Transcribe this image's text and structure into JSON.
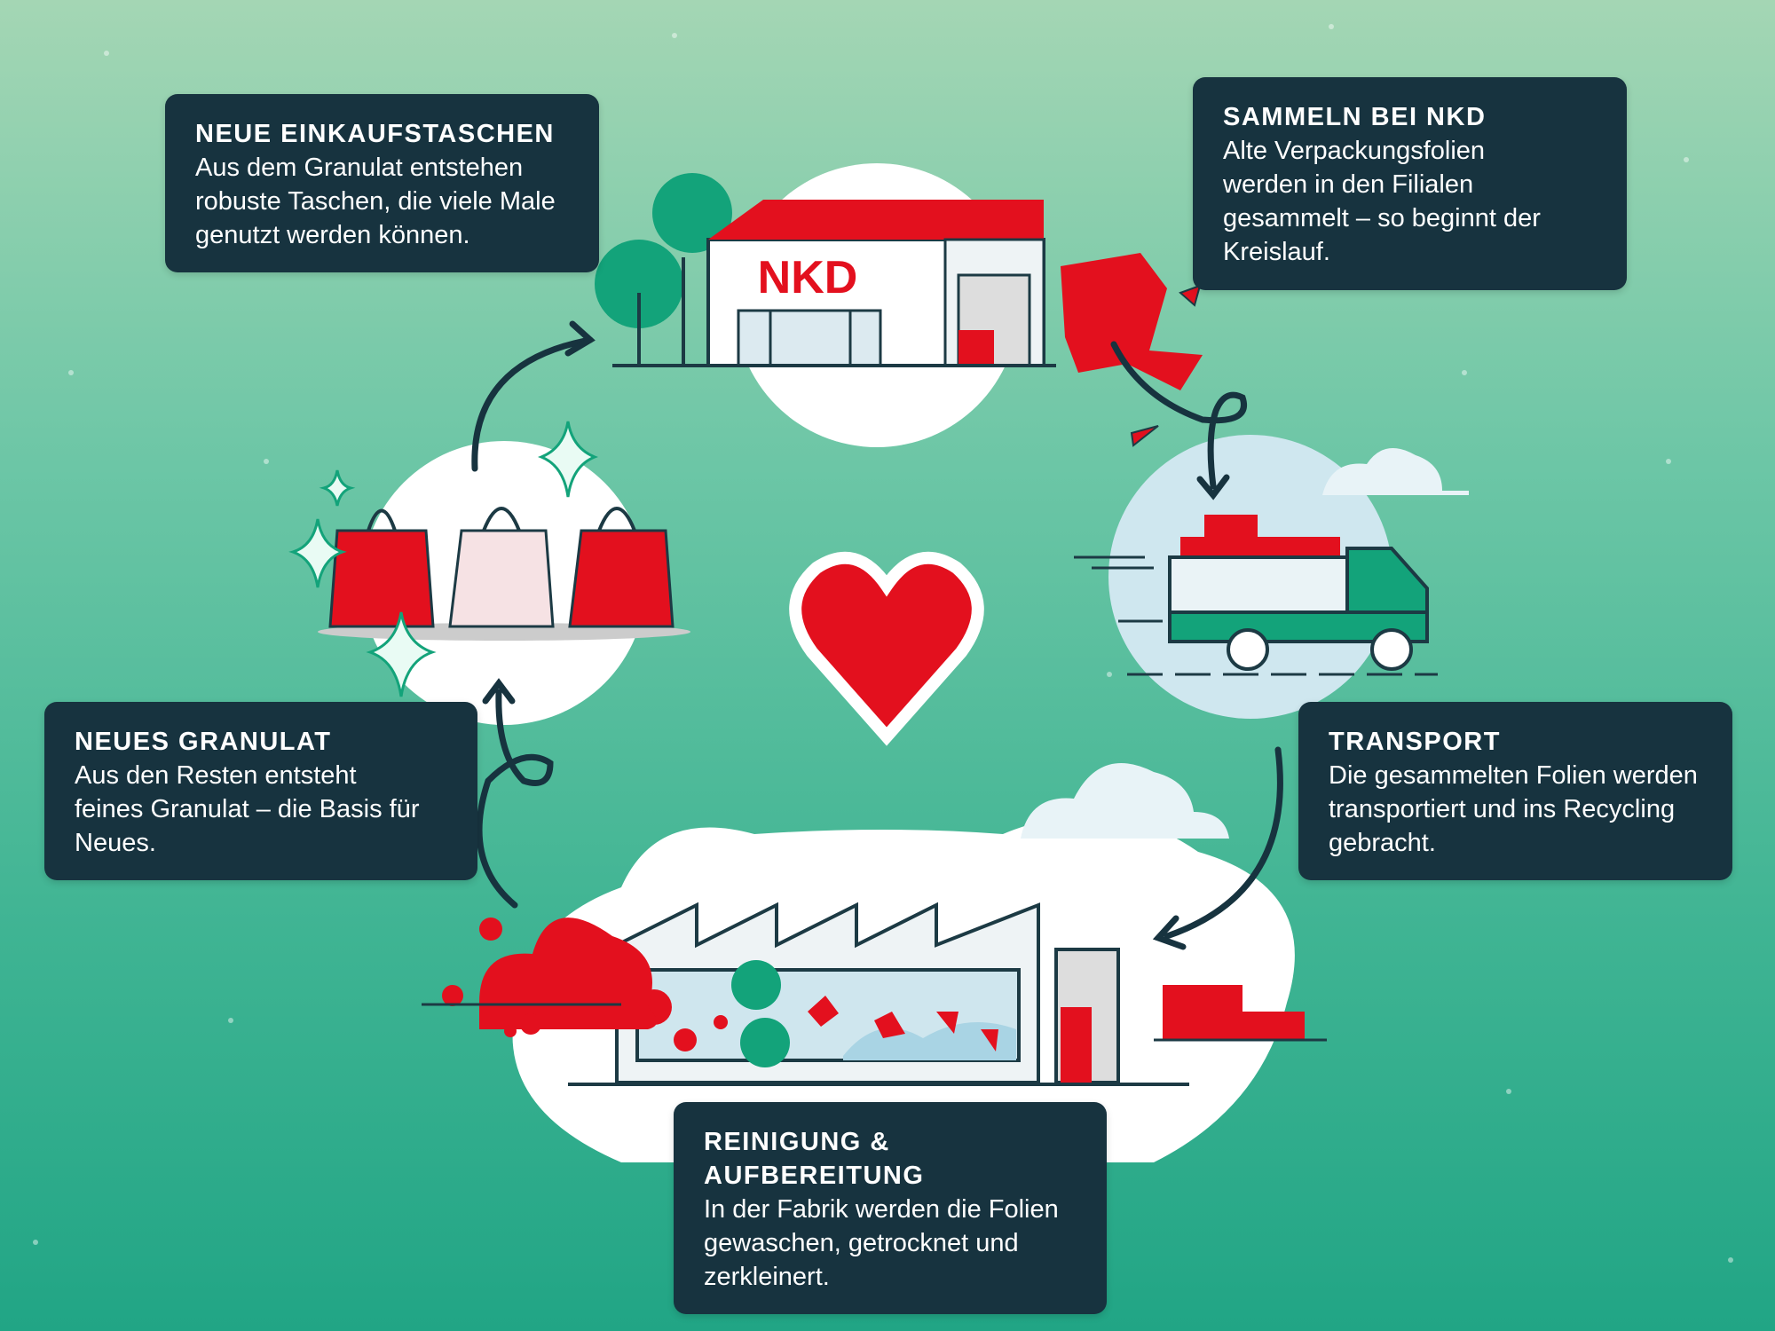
{
  "logo": {
    "text": "NKD"
  },
  "steps": [
    {
      "title": "NEUE EINKAUFSTASCHEN",
      "text": "Aus dem Granulat entstehen robuste Taschen, die viele Male genutzt werden können."
    },
    {
      "title": "SAMMELN BEI NKD",
      "text": "Alte Verpackungsfolien werden in den Filialen gesammelt – so beginnt der Kreislauf."
    },
    {
      "title": "TRANSPORT",
      "text": "Die gesammelten Folien werden transportiert und ins Recycling gebracht."
    },
    {
      "title": "REINIGUNG & AUFBEREITUNG",
      "text": "In der Fabrik werden die Folien gewaschen, getrocknet und zerkleinert."
    },
    {
      "title": "NEUES GRANULAT",
      "text": "Aus den Resten entsteht feines Granulat – die Basis für Neues."
    }
  ],
  "colors": {
    "box": "#17333f",
    "red": "#e3101e",
    "green": "#13a37a",
    "dark": "#1c3a44"
  }
}
